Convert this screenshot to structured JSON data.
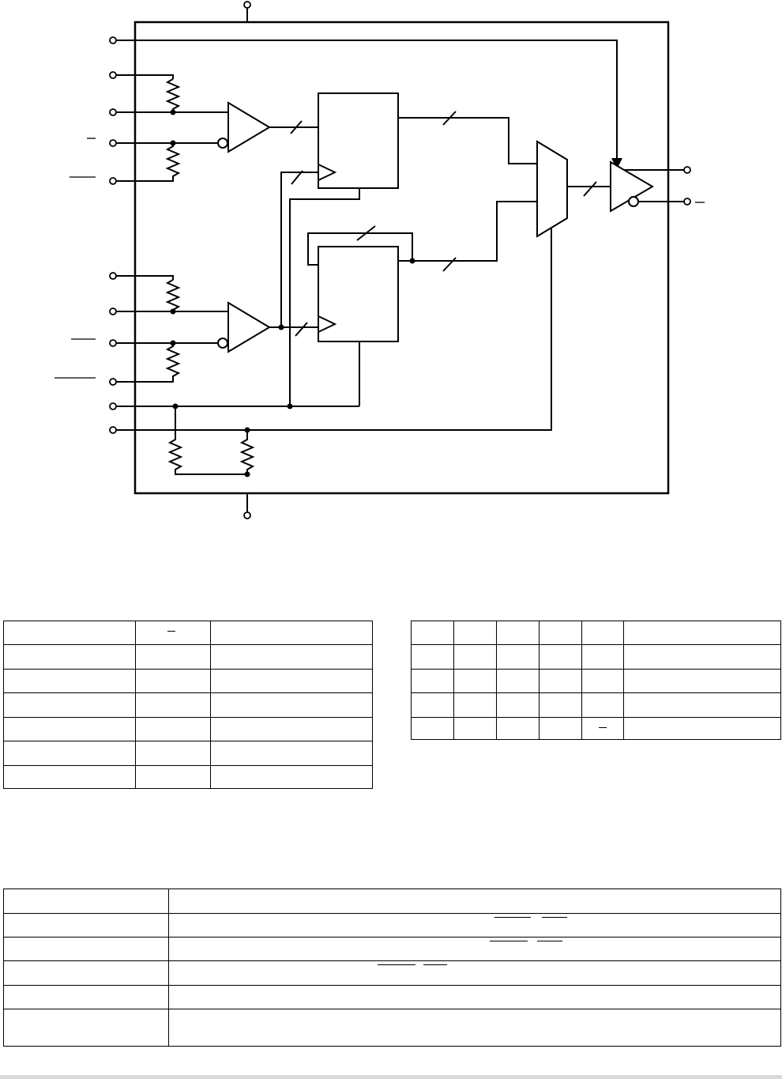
{
  "diagram": {
    "blocks": [
      {
        "name": "input-a-receiver",
        "kind": "buffer"
      },
      {
        "name": "input-b-receiver",
        "kind": "buffer"
      },
      {
        "name": "register-upper",
        "kind": "flip-flop"
      },
      {
        "name": "register-lower",
        "kind": "flip-flop"
      },
      {
        "name": "multiplexer",
        "kind": "mux"
      },
      {
        "name": "output-driver",
        "kind": "differential-buffer"
      }
    ],
    "text": []
  },
  "tables": {
    "truth_table_left": {
      "rows": 7,
      "cols": 3
    },
    "truth_table_right": {
      "rows": 5,
      "cols": 6
    },
    "pin_description_table": {
      "rows": 7,
      "cols": 2
    }
  },
  "colors": {
    "line": "#000000",
    "background": "#ffffff",
    "footer_bar": "#d9d9d9"
  }
}
